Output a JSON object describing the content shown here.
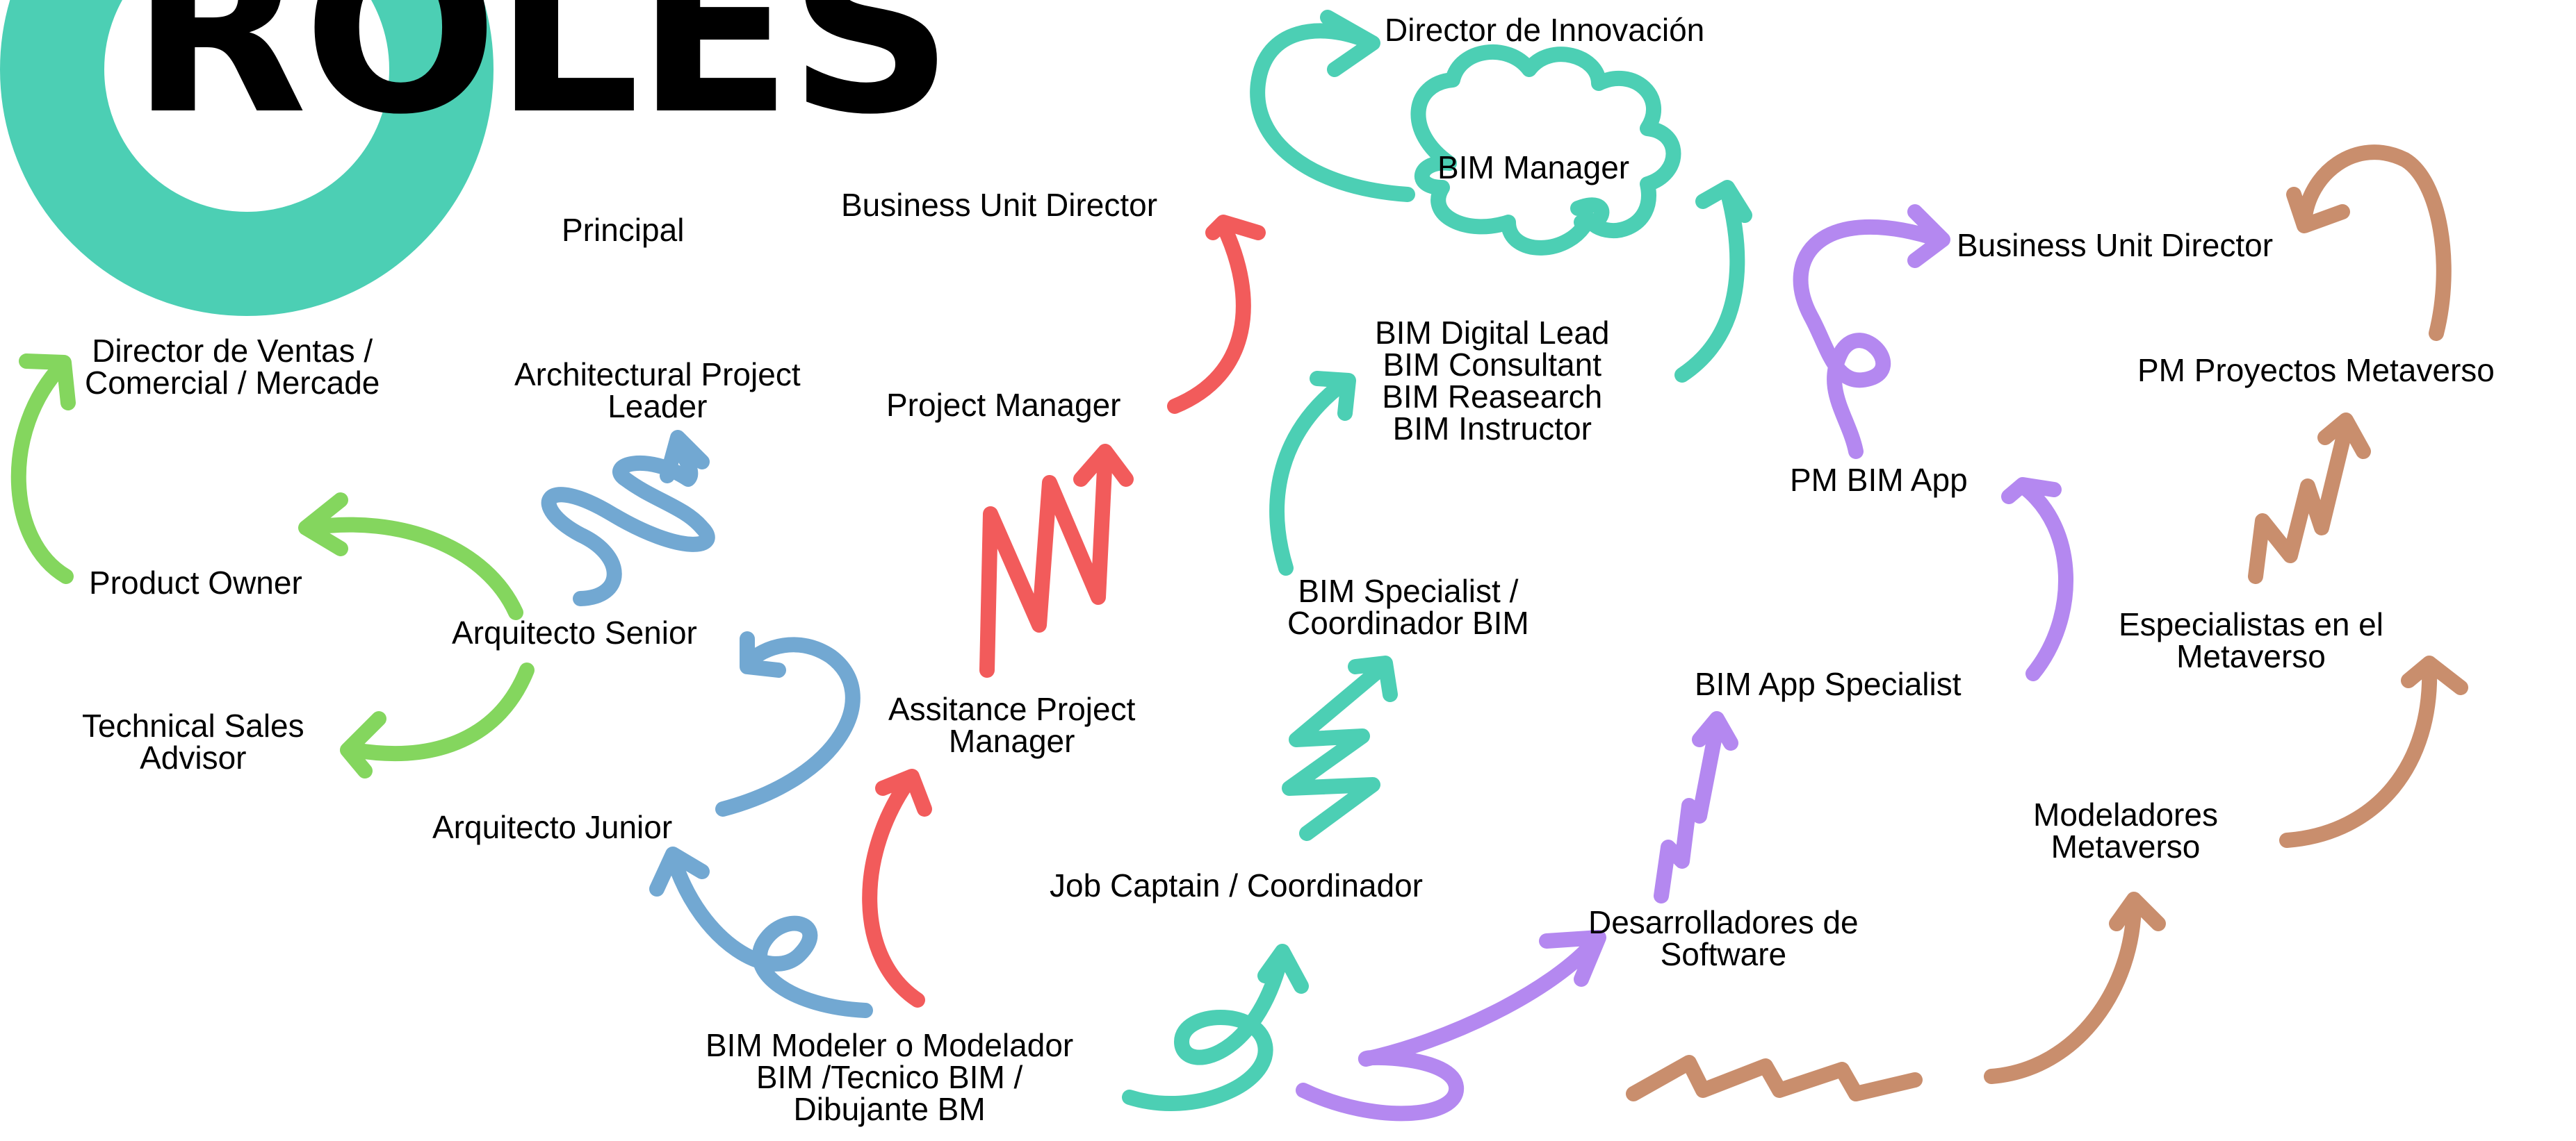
{
  "header": {
    "title": "ROLES",
    "subtitle": "Principal"
  },
  "colors": {
    "teal": "#4ccfb4",
    "green": "#84d65e",
    "blue": "#72a8d2",
    "red": "#f25b5b",
    "purple": "#b488f0",
    "brown": "#c98e6d",
    "text": "#000000"
  },
  "nodes": {
    "director_ventas": [
      "Director de Ventas /",
      "Comercial / Mercade"
    ],
    "product_owner": [
      "Product Owner"
    ],
    "arquitecto_senior": [
      "Arquitecto Senior"
    ],
    "technical_sales": [
      "Technical Sales",
      "Advisor"
    ],
    "arquitecto_junior": [
      "Arquitecto Junior"
    ],
    "arch_project_leader": [
      "Architectural Project",
      "Leader"
    ],
    "bim_modeler": [
      "BIM Modeler o Modelador",
      "BIM /Tecnico BIM /",
      "Dibujante BM"
    ],
    "assistance_pm": [
      "Assitance Project",
      "Manager"
    ],
    "project_manager": [
      "Project Manager"
    ],
    "business_unit_director_left": [
      "Business Unit Director"
    ],
    "job_captain": [
      "Job Captain / Coordinador"
    ],
    "bim_specialist": [
      "BIM Specialist /",
      "Coordinador BIM"
    ],
    "bim_digital_lead": [
      "BIM Digital Lead",
      "BIM Consultant",
      "BIM Reasearch",
      "BIM Instructor"
    ],
    "bim_manager": [
      "BIM Manager"
    ],
    "director_innovacion": [
      "Director de Innovación"
    ],
    "desarrolladores_software": [
      "Desarrolladores de",
      "Software"
    ],
    "bim_app_specialist": [
      "BIM App Specialist"
    ],
    "pm_bim_app": [
      "PM BIM App"
    ],
    "business_unit_director_right": [
      "Business Unit Director"
    ],
    "modeladores_metaverso": [
      "Modeladores",
      "Metaverso"
    ],
    "especialistas_metaverso": [
      "Especialistas en el",
      "Metaverso"
    ],
    "pm_proyectos_metaverso": [
      "PM Proyectos Metaverso"
    ]
  }
}
